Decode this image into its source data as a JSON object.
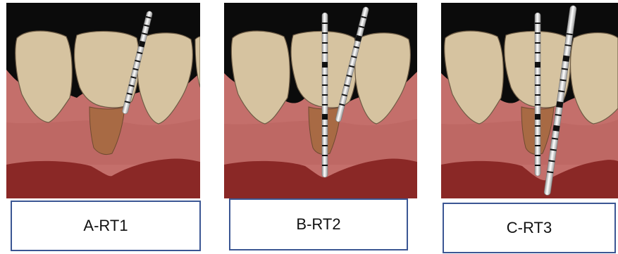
{
  "panels": [
    {
      "id": "A",
      "label": "A-RT1"
    },
    {
      "id": "B",
      "label": "B-RT2"
    },
    {
      "id": "C",
      "label": "C-RT3"
    }
  ],
  "colors": {
    "background_dark": "#0b0b0b",
    "tooth": "#d6c3a0",
    "tooth_outline": "#6e5c45",
    "gingiva": "#bf6e6a",
    "gingiva_light": "#d6928c",
    "bone": "#8c2a28",
    "root_stain": "#a86a44",
    "probe_shaft": "#f2f2f2",
    "probe_mark": "#111111",
    "label_border": "#3b5693"
  }
}
